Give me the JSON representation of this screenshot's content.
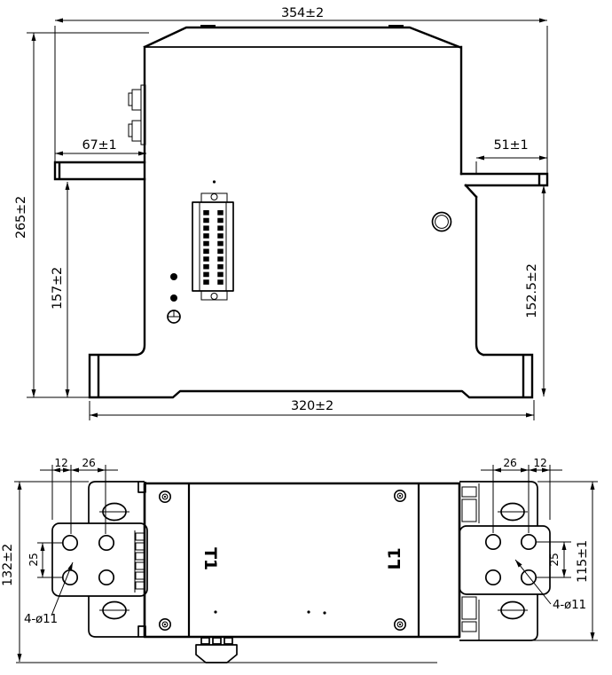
{
  "drawing": {
    "colors": {
      "line": "#000000",
      "background": "#ffffff"
    },
    "front": {
      "dim_width": "354±2",
      "dim_height": "265±2",
      "dim_flange_left": "67±1",
      "dim_flange_right": "51±1",
      "dim_height_left_lower": "157±2",
      "dim_height_right_lower": "152.5±2",
      "dim_base": "320±2"
    },
    "plan": {
      "dim_edge_offset_left": "12",
      "dim_hole_pitch_left": "26",
      "dim_hole_pitch_right": "26",
      "dim_edge_offset_right": "12",
      "dim_height_left": "132±2",
      "dim_height_right": "115±1",
      "dim_hole_pitch_vert_left": "25",
      "dim_hole_pitch_vert_right": "25",
      "note_holes_left": "4-ø11",
      "note_holes_right": "4-ø11",
      "terminal_left": "T1",
      "terminal_right": "L1"
    }
  }
}
